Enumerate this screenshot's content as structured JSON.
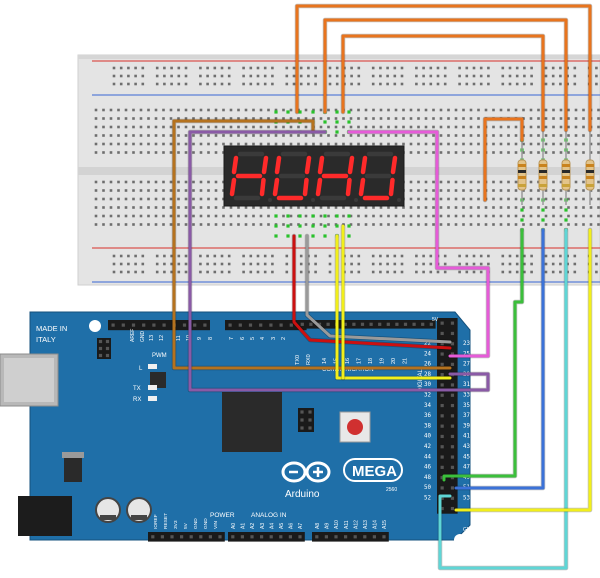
{
  "colors": {
    "board": "#1f6fa8",
    "board_edge": "#15507c",
    "breadboard": "#e6e6e6",
    "rail_red": "#d9534f",
    "rail_blue": "#5b7fd6",
    "display_body": "#2b2b2b",
    "segment_on": "#ff2a2a",
    "wire_orange": "#e8741e",
    "wire_brown": "#b5721e",
    "wire_purple": "#8a5aa6",
    "wire_magenta": "#e65bd8",
    "wire_red": "#cc1010",
    "wire_grey": "#9a9a9a",
    "wire_yellow": "#f2ef1a",
    "wire_green": "#3bbf3b",
    "wire_blue": "#3b72d8",
    "wire_cyan": "#5fd6d6",
    "logo_teal": "#00979d"
  },
  "board": {
    "made_in": "MADE IN",
    "country": "ITALY",
    "aref": "AREF",
    "gnd": "GND",
    "pwm": "PWM",
    "led_l": "L",
    "led_tx": "TX",
    "led_rx": "RX",
    "pin_13": "13",
    "pin_12": "12",
    "pin_11": "11",
    "pin_10": "10",
    "pin_9": "9",
    "pin_8": "8",
    "pin_7": "7",
    "pin_6": "6",
    "pin_5": "5",
    "pin_4": "4",
    "pin_3": "3",
    "pin_2": "2",
    "tx0": "TX0",
    "rx0": "RX0",
    "comm_pins": [
      "14",
      "15",
      "16",
      "17",
      "18",
      "19",
      "20",
      "21"
    ],
    "communication": "COMMUNICATION",
    "digital": "DIGITAL",
    "brand": "Arduino",
    "model": "MEGA",
    "model_sub": "2560",
    "power_label": "POWER",
    "analog_label": "ANALOG IN",
    "power_pins": [
      "IOREF",
      "RESET",
      "3V3",
      "5V",
      "GND",
      "GND",
      "VIN"
    ],
    "analog_pins": [
      "A0",
      "A1",
      "A2",
      "A3",
      "A4",
      "A5",
      "A6",
      "A7",
      "A8",
      "A9",
      "A10",
      "A11",
      "A12",
      "A13",
      "A14",
      "A15"
    ],
    "header_top": "5V",
    "header_bottom": "GND",
    "digital_left": [
      "22",
      "24",
      "26",
      "28",
      "30",
      "32",
      "34",
      "36",
      "38",
      "40",
      "42",
      "44",
      "46",
      "48",
      "50",
      "52"
    ],
    "digital_right": [
      "23",
      "25",
      "27",
      "29",
      "31",
      "33",
      "35",
      "37",
      "39",
      "41",
      "43",
      "45",
      "47",
      "49",
      "51",
      "53"
    ]
  },
  "display": {
    "digits": [
      "H",
      "U",
      "H",
      "U"
    ]
  }
}
